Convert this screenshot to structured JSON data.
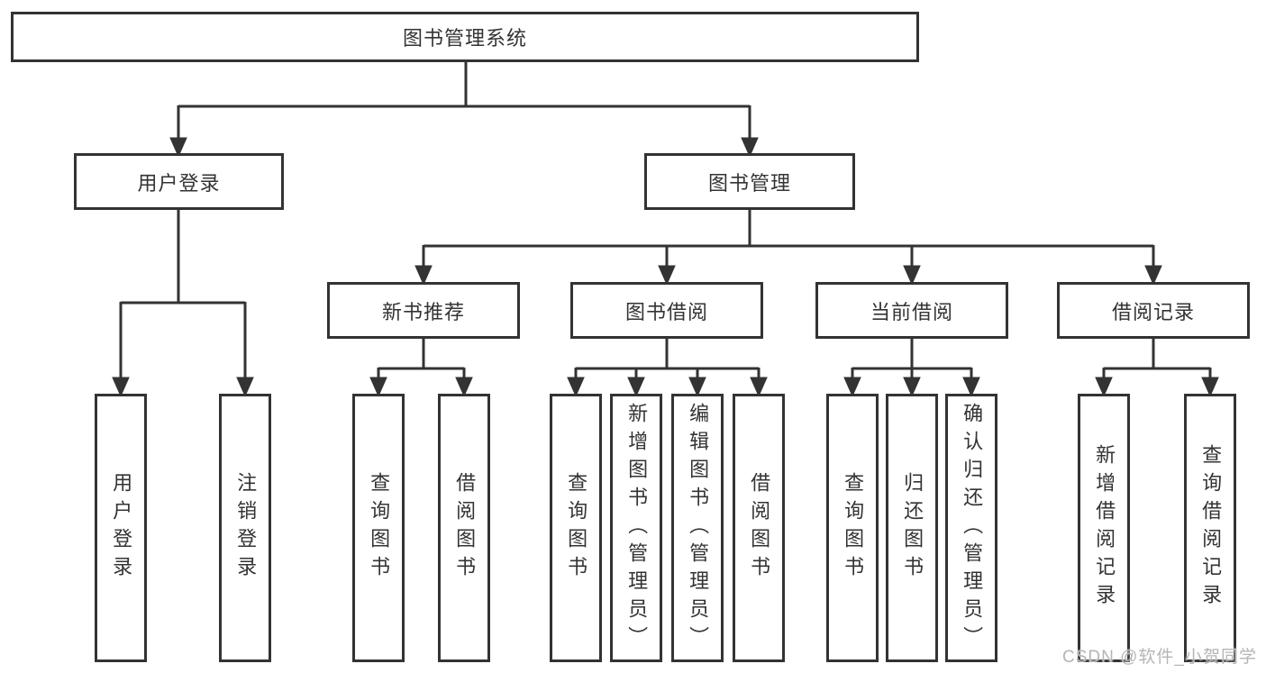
{
  "diagram": {
    "title": "图书管理系统",
    "level2": {
      "user_login": "用户登录",
      "book_management": "图书管理"
    },
    "level3": {
      "new_book_recommend": "新书推荐",
      "book_borrow": "图书借阅",
      "current_borrow": "当前借阅",
      "borrow_records": "借阅记录"
    },
    "leaves": {
      "user_login": "用户登录",
      "logout": "注销登录",
      "nb_query_books": "查询图书",
      "nb_borrow_books": "借阅图书",
      "bb_query_books": "查询图书",
      "bb_add_books": "新增图书（管理员）",
      "bb_edit_books": "编辑图书（管理员）",
      "bb_borrow_books": "借阅图书",
      "cb_query_books": "查询图书",
      "cb_return_books": "归还图书",
      "cb_confirm_return": "确认归还（管理员）",
      "br_add_record": "新增借阅记录",
      "br_query_record": "查询借阅记录"
    },
    "watermark": "CSDN @软件_小贺同学",
    "line_color": "#333333"
  }
}
